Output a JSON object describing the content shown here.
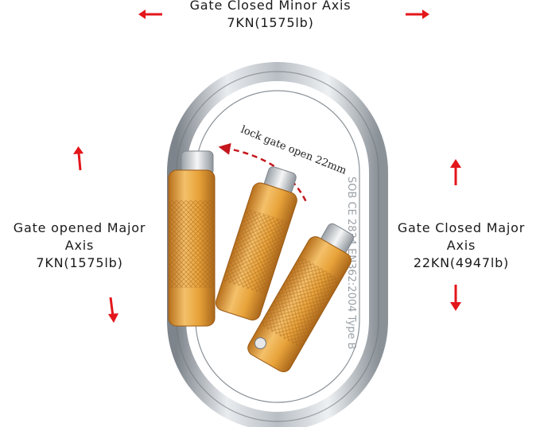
{
  "labels": {
    "top": {
      "title": "Gate Closed Minor Axis",
      "value": "7KN(1575lb)"
    },
    "left": {
      "title": "Gate opened Major Axis",
      "value": "7KN(1575lb)"
    },
    "right": {
      "title": "Gate Closed Major Axis",
      "value": "22KN(4947lb)"
    }
  },
  "gate_note": "lock gate open 22mm",
  "engraving": "SOB CE 2834 EN362:2004 Type B",
  "colors": {
    "arrow": "#e3161b",
    "frame_light": "#e9ecef",
    "frame_mid": "#b8bec4",
    "frame_dark": "#7d848b",
    "gate_gold": "#e8a33a",
    "gate_dark": "#b8701c"
  }
}
